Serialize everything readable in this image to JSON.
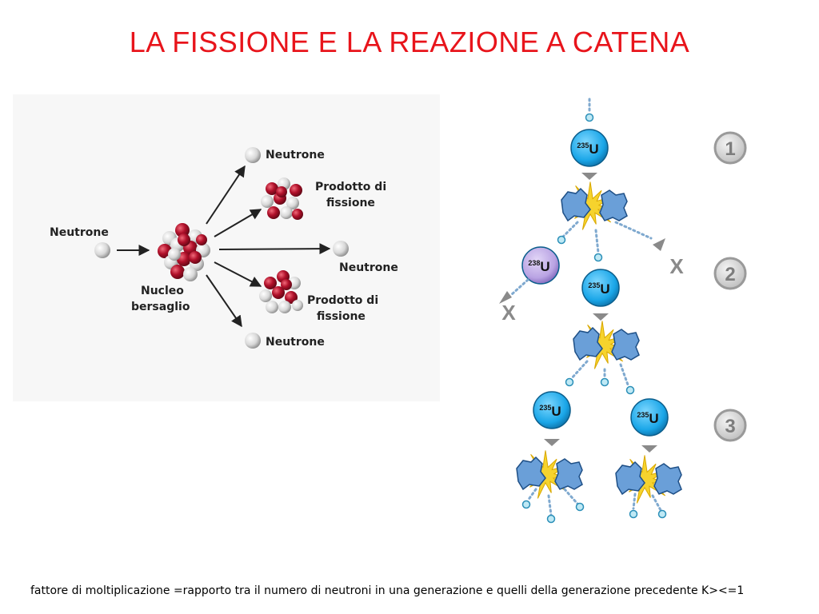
{
  "title": "LA FISSIONE E LA REAZIONE A CATENA",
  "left_diagram": {
    "neutron_in": "Neutrone",
    "nucleus_line1": "Nucleo",
    "nucleus_line2": "bersaglio",
    "out_neutron_top": "Neutrone",
    "product_top_line1": "Prodotto di",
    "product_top_line2": "fissione",
    "out_neutron_mid": "Neutrone",
    "product_bottom_line1": "Prodotto di",
    "product_bottom_line2": "fissione",
    "out_neutron_bottom": "Neutrone"
  },
  "chain": {
    "u235_mass": "235",
    "u238_mass": "238",
    "element": "U",
    "lost_mark": "X",
    "generations": [
      "1",
      "2",
      "3"
    ]
  },
  "caption": "fattore di moltiplicazione =rapporto tra il numero di neutroni in una generazione e quelli della generazione precedente K><=1",
  "colors": {
    "title": "#e8141b",
    "u235": "#1aa6e8",
    "u238": "#b9a3e3",
    "burst": "#f6d32d",
    "fragment": "#6a9fd8",
    "neutron": "#bfe9f5",
    "nucleon_red": "#b0102a"
  }
}
